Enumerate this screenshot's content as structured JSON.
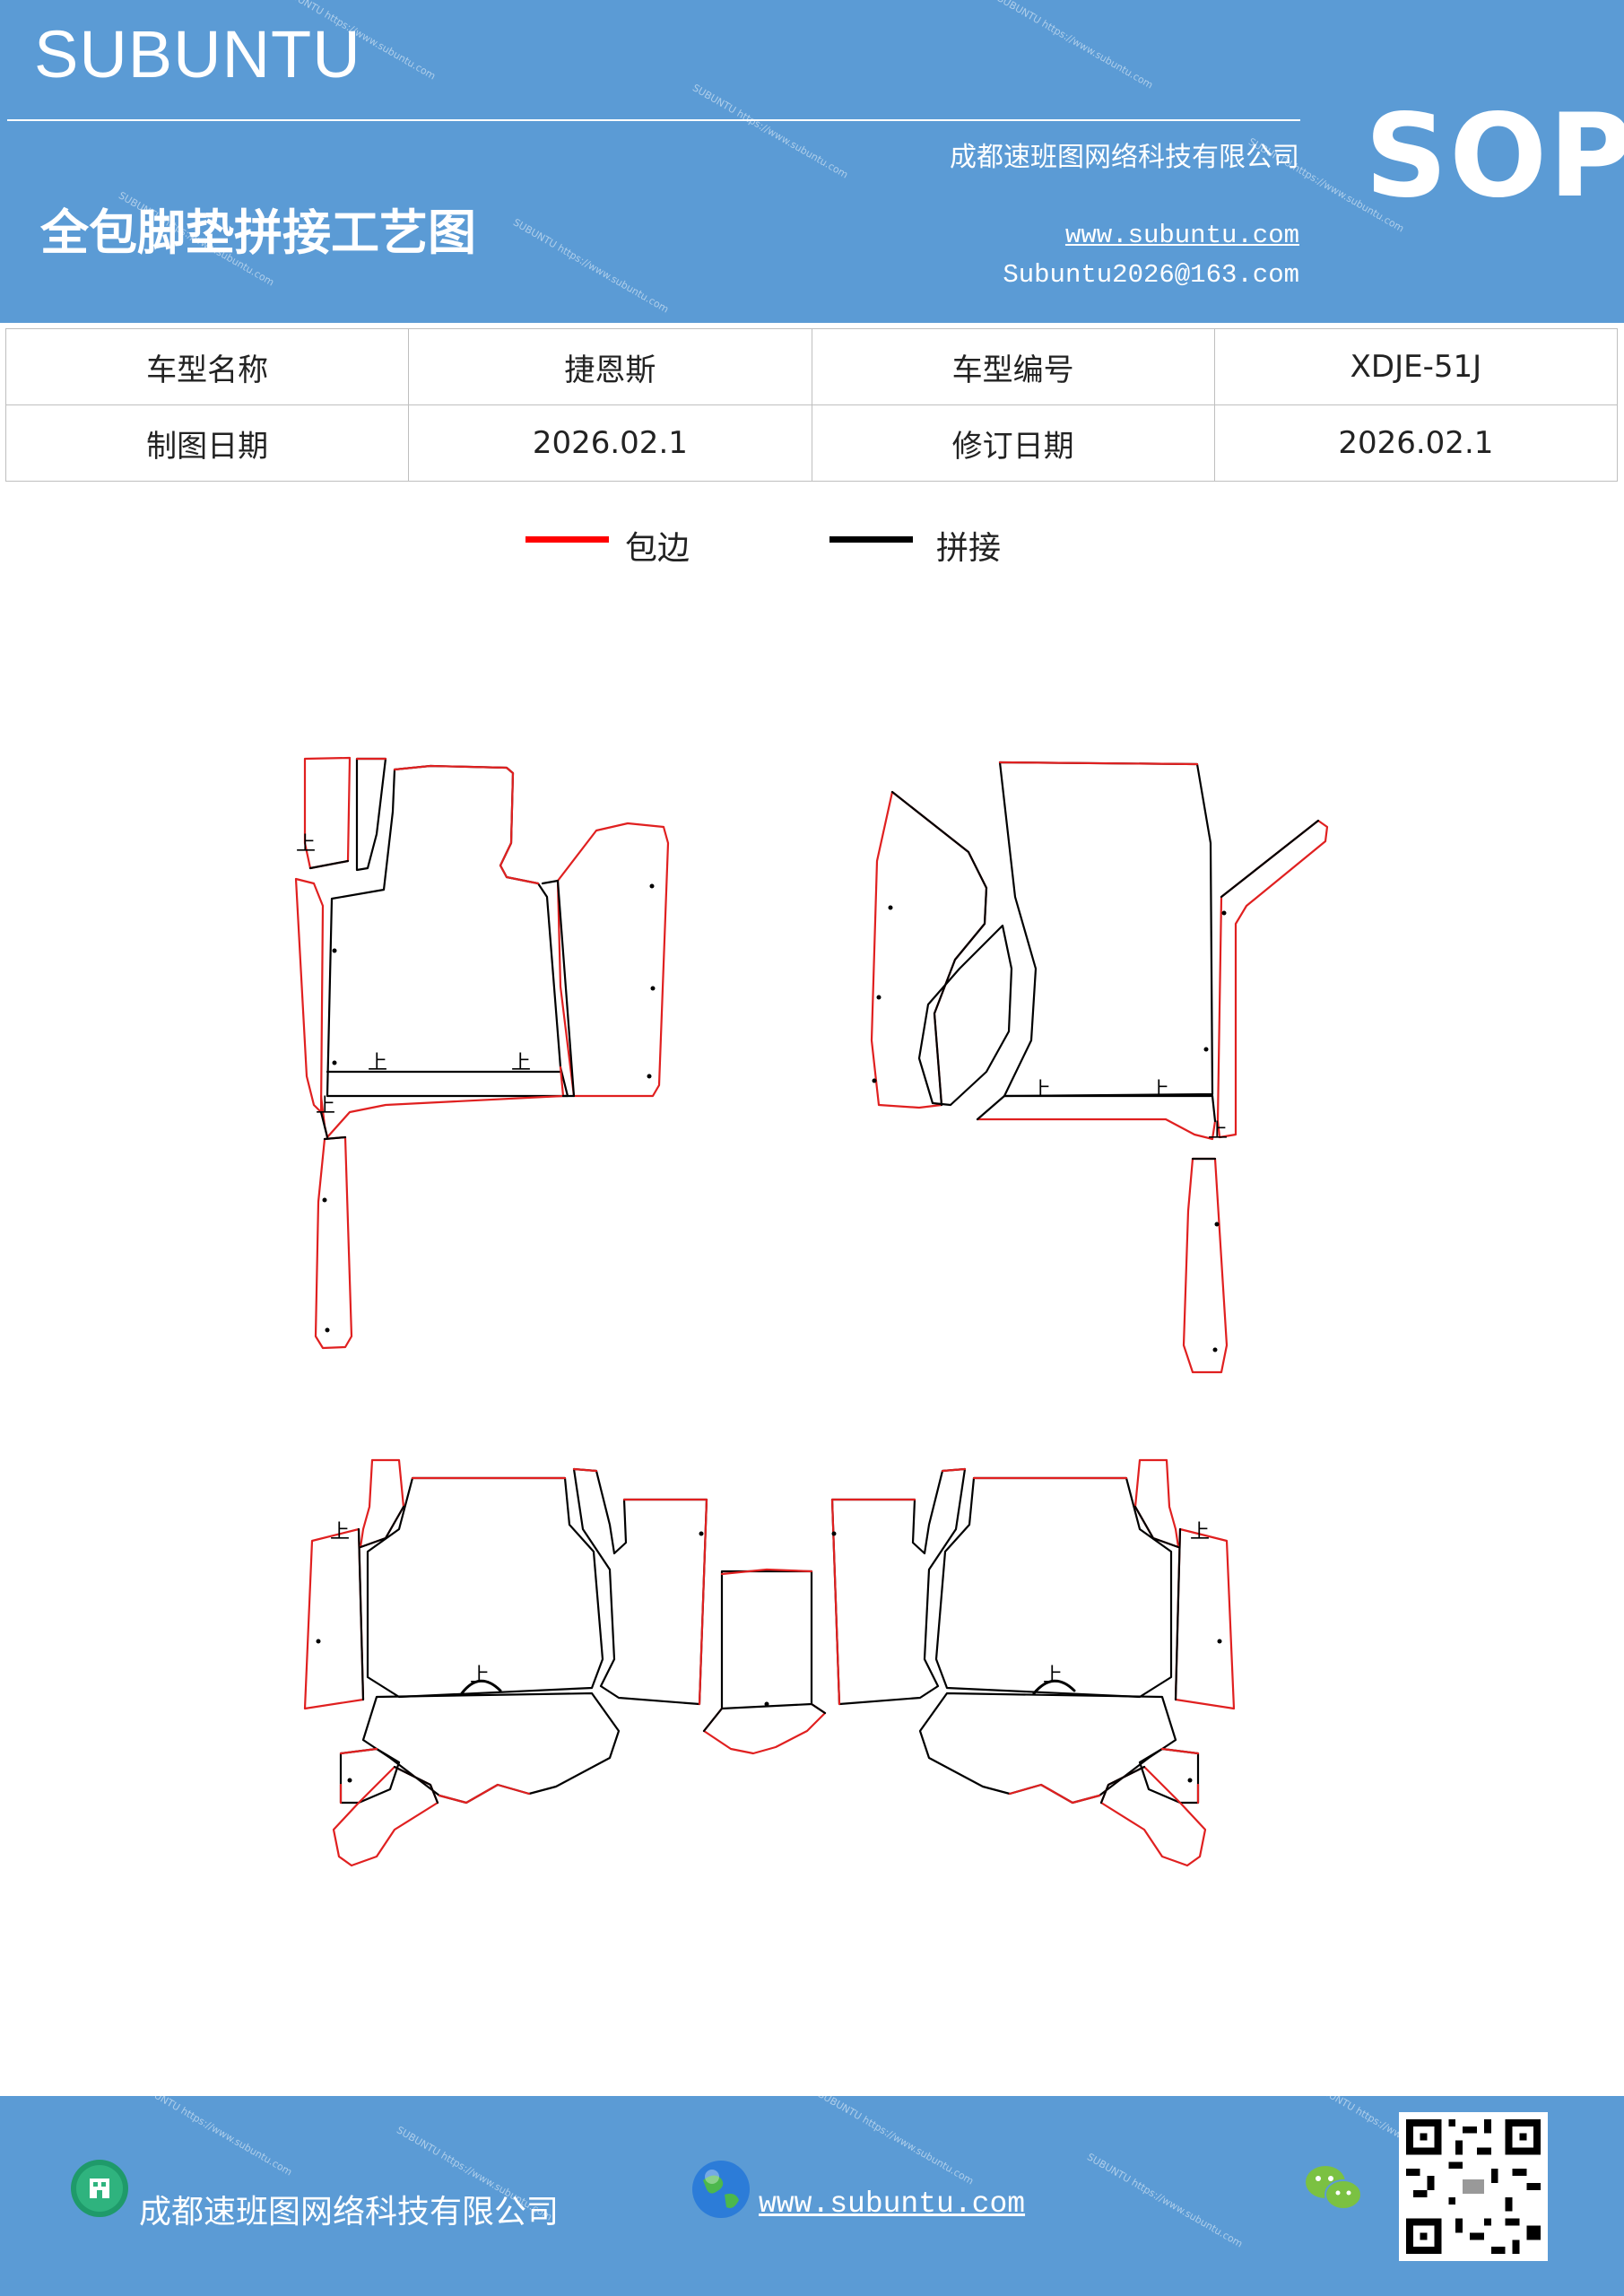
{
  "header": {
    "brand": "SUBUNTU",
    "company": "成都速班图网络科技有限公司",
    "title": "全包脚垫拼接工艺图",
    "website": "www.subuntu.com",
    "email": "Subuntu2026@163.com",
    "badge": "SOP"
  },
  "info_table": {
    "row1": {
      "model_name_label": "车型名称",
      "model_name_value": "捷恩斯",
      "model_code_label": "车型编号",
      "model_code_value": "XDJE-51J"
    },
    "row2": {
      "draw_date_label": "制图日期",
      "draw_date_value": "2026.02.1",
      "revise_date_label": "修订日期",
      "revise_date_value": "2026.02.1"
    }
  },
  "legend": {
    "edge": {
      "label": "包边",
      "color": "#ff0000"
    },
    "seam": {
      "label": "拼接",
      "color": "#000000"
    }
  },
  "diagram": {
    "direction_mark": "上"
  },
  "footer": {
    "company": "成都速班图网络科技有限公司",
    "website": "www.subuntu.com",
    "icons": [
      "building-icon",
      "globe-icon",
      "wechat-icon",
      "qr-code"
    ]
  },
  "colors": {
    "header_bg": "#5b9bd5",
    "edge_red": "#e02020",
    "seam_black": "#000000"
  }
}
